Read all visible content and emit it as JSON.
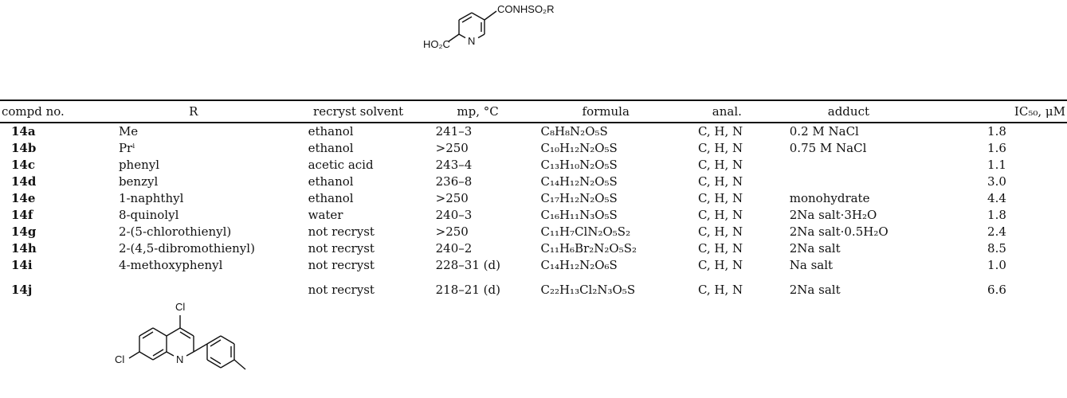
{
  "figure_top": {
    "substituent_label": "CONHSO₂R",
    "carboxyl_label": "HO₂C",
    "ring_atom_label": "N"
  },
  "table": {
    "headers": [
      "compd no.",
      "R",
      "recryst solvent",
      "mp, °C",
      "formula",
      "anal.",
      "adduct",
      "IC₅₀, μM"
    ],
    "rows": [
      {
        "id": "14a",
        "r": "Me",
        "solvent": "ethanol",
        "mp": "241–3",
        "formula": "C₈H₈N₂O₅S",
        "anal": "C, H, N",
        "adduct": "0.2 M NaCl",
        "ic50": "1.8"
      },
      {
        "id": "14b",
        "r": "Prⁱ",
        "solvent": "ethanol",
        "mp": ">250",
        "formula": "C₁₀H₁₂N₂O₅S",
        "anal": "C, H, N",
        "adduct": "0.75 M NaCl",
        "ic50": "1.6"
      },
      {
        "id": "14c",
        "r": "phenyl",
        "solvent": "acetic acid",
        "mp": "243–4",
        "formula": "C₁₃H₁₀N₂O₅S",
        "anal": "C, H, N",
        "adduct": "",
        "ic50": "1.1"
      },
      {
        "id": "14d",
        "r": "benzyl",
        "solvent": "ethanol",
        "mp": "236–8",
        "formula": "C₁₄H₁₂N₂O₅S",
        "anal": "C, H, N",
        "adduct": "",
        "ic50": "3.0"
      },
      {
        "id": "14e",
        "r": "1-naphthyl",
        "solvent": "ethanol",
        "mp": ">250",
        "formula": "C₁₇H₁₂N₂O₅S",
        "anal": "C, H, N",
        "adduct": "monohydrate",
        "ic50": "4.4"
      },
      {
        "id": "14f",
        "r": "8-quinolyl",
        "solvent": "water",
        "mp": "240–3",
        "formula": "C₁₆H₁₁N₃O₅S",
        "anal": "C, H, N",
        "adduct": "2Na salt·3H₂O",
        "ic50": "1.8"
      },
      {
        "id": "14g",
        "r": "2-(5-chlorothienyl)",
        "solvent": "not recryst",
        "mp": ">250",
        "formula": "C₁₁H₇ClN₂O₅S₂",
        "anal": "C, H, N",
        "adduct": "2Na salt·0.5H₂O",
        "ic50": "2.4"
      },
      {
        "id": "14h",
        "r": "2-(4,5-dibromothienyl)",
        "solvent": "not recryst",
        "mp": "240–2",
        "formula": "C₁₁H₆Br₂N₂O₅S₂",
        "anal": "C, H, N",
        "adduct": "2Na salt",
        "ic50": "8.5"
      },
      {
        "id": "14i",
        "r": "4-methoxyphenyl",
        "solvent": "not recryst",
        "mp": "228–31 (d)",
        "formula": "C₁₄H₁₂N₂O₆S",
        "anal": "C, H, N",
        "adduct": "Na salt",
        "ic50": "1.0"
      },
      {
        "id": "14j",
        "r": "",
        "solvent": "not recryst",
        "mp": "218–21 (d)",
        "formula": "C₂₂H₁₃Cl₂N₃O₅S",
        "anal": "C, H, N",
        "adduct": "2Na salt",
        "ic50": "6.6"
      }
    ]
  },
  "figure_bottom": {
    "cl_top": "Cl",
    "cl_left": "Cl",
    "ring_atom_label": "N"
  }
}
